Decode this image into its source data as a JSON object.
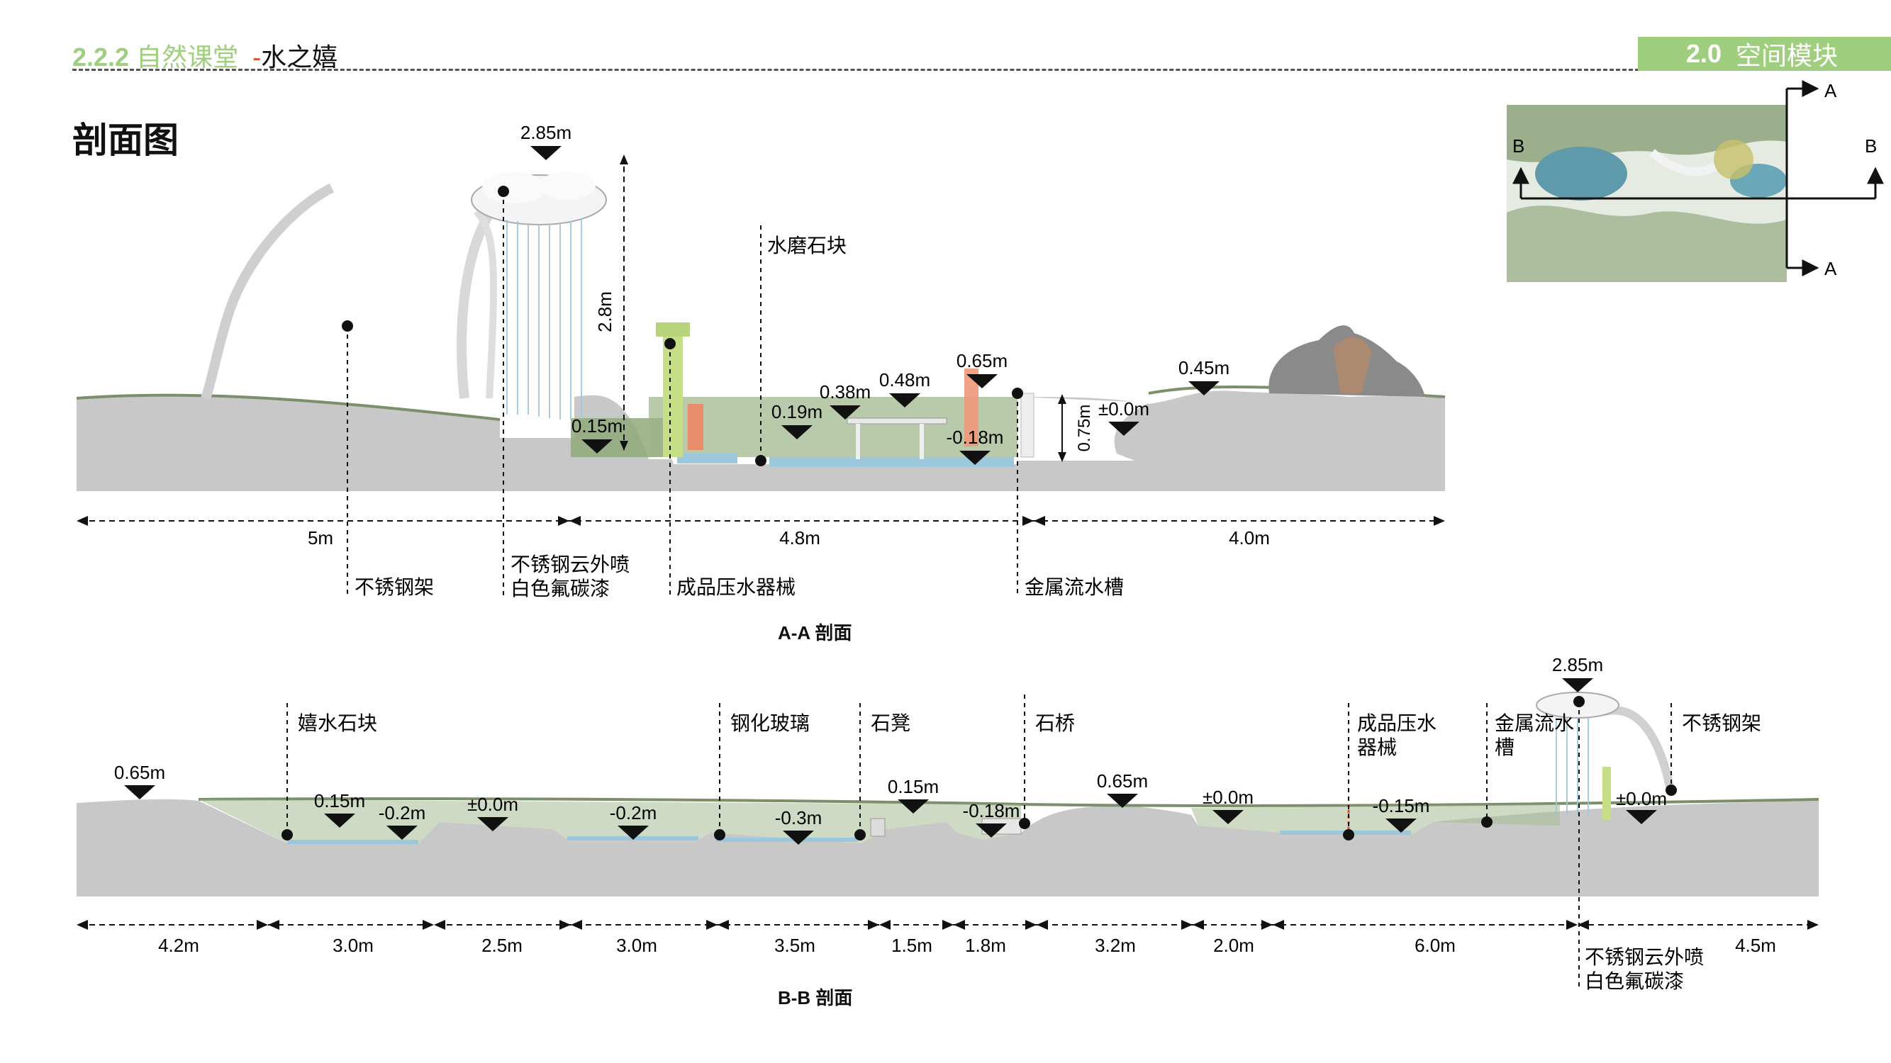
{
  "header": {
    "section_number": "2.2.2",
    "section_name": "自然课堂",
    "dash": "-",
    "subsection": "水之嬉",
    "tab_number": "2.0",
    "tab_label": "空间模块"
  },
  "page_title": "剖面图",
  "key_plan": {
    "label_a_top": "A",
    "label_a_bottom": "A",
    "label_b_left": "B",
    "label_b_right": "B"
  },
  "section_aa": {
    "caption": "A-A 剖面",
    "elevations": [
      "2.85m",
      "0.15m",
      "0.19m",
      "0.38m",
      "0.48m",
      "0.65m",
      "-0.18m",
      "±0.0m",
      "0.45m"
    ],
    "vertical_dims": [
      "2.8m",
      "0.75m"
    ],
    "spans": [
      "5m",
      "4.8m",
      "4.0m"
    ],
    "callouts": [
      "不锈钢架",
      "不锈钢云外喷",
      "白色氟碳漆",
      "成品压水器械",
      "水磨石块",
      "金属流水槽"
    ]
  },
  "section_bb": {
    "caption": "B-B 剖面",
    "elevations": [
      "0.65m",
      "0.15m",
      "-0.2m",
      "±0.0m",
      "-0.2m",
      "-0.3m",
      "0.15m",
      "-0.18m",
      "0.65m",
      "±0.0m",
      "-0.15m",
      "2.85m",
      "±0.0m"
    ],
    "spans": [
      "4.2m",
      "3.0m",
      "2.5m",
      "3.0m",
      "3.5m",
      "1.5m",
      "1.8m",
      "3.2m",
      "2.0m",
      "6.0m",
      "4.5m"
    ],
    "callouts": [
      "嬉水石块",
      "钢化玻璃",
      "石凳",
      "石桥",
      "成品压水",
      "器械",
      "金属流水",
      "槽",
      "不锈钢架",
      "不锈钢云外喷",
      "白色氟碳漆"
    ]
  },
  "colors": {
    "accent_green": "#9fcf7e",
    "ground": "#c8c8c8",
    "water": "#9cc8dd",
    "red_dash": "#e24b2a"
  }
}
